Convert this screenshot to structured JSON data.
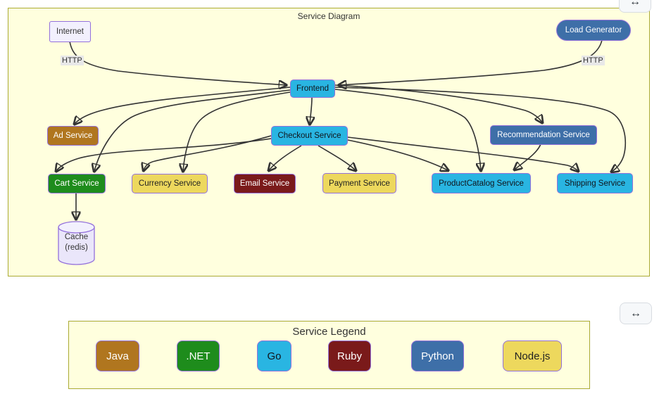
{
  "controls": {
    "expand_icon": "↔"
  },
  "diagram": {
    "title": "Service Diagram",
    "edge_label_left": "HTTP",
    "edge_label_right": "HTTP",
    "nodes": {
      "internet": {
        "label": "Internet",
        "tech": "default"
      },
      "load_generator": {
        "label": "Load Generator",
        "tech": "python"
      },
      "frontend": {
        "label": "Frontend",
        "tech": "go"
      },
      "ad": {
        "label": "Ad Service",
        "tech": "java"
      },
      "checkout": {
        "label": "Checkout Service",
        "tech": "go"
      },
      "recommendation": {
        "label": "Recommendation Service",
        "tech": "python"
      },
      "cart": {
        "label": "Cart Service",
        "tech": "dotnet"
      },
      "currency": {
        "label": "Currency Service",
        "tech": "nodejs"
      },
      "email": {
        "label": "Email Service",
        "tech": "ruby"
      },
      "payment": {
        "label": "Payment Service",
        "tech": "nodejs"
      },
      "productcatalog": {
        "label": "ProductCatalog Service",
        "tech": "go"
      },
      "shipping": {
        "label": "Shipping Service",
        "tech": "go"
      },
      "cache": {
        "label_line1": "Cache",
        "label_line2": "(redis)",
        "tech": "default"
      }
    },
    "edges": [
      {
        "from": "internet",
        "to": "frontend",
        "label": "HTTP"
      },
      {
        "from": "load_generator",
        "to": "frontend",
        "label": "HTTP"
      },
      {
        "from": "frontend",
        "to": "checkout"
      },
      {
        "from": "frontend",
        "to": "ad"
      },
      {
        "from": "frontend",
        "to": "cart"
      },
      {
        "from": "frontend",
        "to": "currency"
      },
      {
        "from": "frontend",
        "to": "recommendation"
      },
      {
        "from": "frontend",
        "to": "productcatalog"
      },
      {
        "from": "frontend",
        "to": "shipping"
      },
      {
        "from": "checkout",
        "to": "cart"
      },
      {
        "from": "checkout",
        "to": "currency"
      },
      {
        "from": "checkout",
        "to": "email"
      },
      {
        "from": "checkout",
        "to": "payment"
      },
      {
        "from": "checkout",
        "to": "productcatalog"
      },
      {
        "from": "checkout",
        "to": "shipping"
      },
      {
        "from": "recommendation",
        "to": "productcatalog"
      },
      {
        "from": "cart",
        "to": "cache"
      }
    ]
  },
  "legend": {
    "title": "Service Legend",
    "items": [
      {
        "label": "Java",
        "color": "#b0761f",
        "text_color": "#ffffff"
      },
      {
        "label": ".NET",
        "color": "#1e8c1c",
        "text_color": "#ffffff"
      },
      {
        "label": "Go",
        "color": "#29b5e2",
        "text_color": "#111111"
      },
      {
        "label": "Ruby",
        "color": "#7a1a1a",
        "text_color": "#ffffff"
      },
      {
        "label": "Python",
        "color": "#3e6fa8",
        "text_color": "#ffffff"
      },
      {
        "label": "Node.js",
        "color": "#edd85d",
        "text_color": "#111111"
      }
    ]
  },
  "colors": {
    "panel_fill": "#ffffde",
    "panel_stroke": "#aaaa33",
    "node_stroke": "#9370db",
    "default_node_fill": "#f2f0fd",
    "edge_stroke": "#333333",
    "edge_label_bg": "#e8e8e8"
  }
}
